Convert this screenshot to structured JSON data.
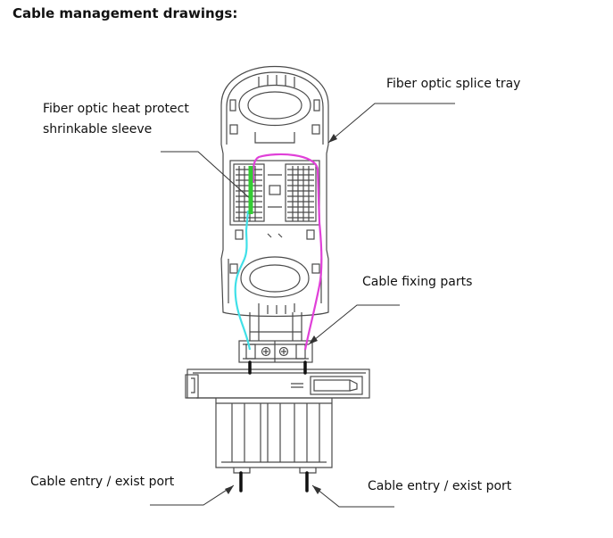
{
  "title": "Cable management drawings:",
  "labels": {
    "splice_tray": "Fiber optic splice tray",
    "sleeve_line1": "Fiber optic heat protect",
    "sleeve_line2": "shrinkable sleeve",
    "fixing_parts": "Cable fixing parts",
    "entry_left": "Cable entry / exist port",
    "entry_right": "Cable entry / exist port"
  },
  "colors": {
    "outline": "#4a4a4a",
    "fiber_magenta": "#e040d8",
    "fiber_cyan": "#40e0e8",
    "sleeve_green": "#33cc33"
  }
}
